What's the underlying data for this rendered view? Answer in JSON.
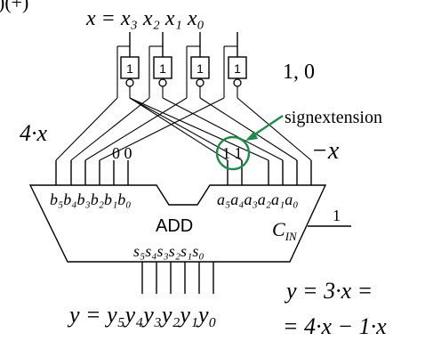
{
  "header": {
    "truncated_top": ")(+)",
    "x_formula": "x = x₃ x₂ x₁ x₀"
  },
  "inverters": {
    "gate_label": "1"
  },
  "labels": {
    "const_values": "1, 0",
    "four_x": "4·x",
    "minus_x": "−x",
    "sign_extension": "signextension",
    "zeros": "0 0",
    "ones": "1 1"
  },
  "adder": {
    "name": "ADD",
    "b_inputs": "b₅b₄b₃b₂b₁b₀",
    "a_inputs": "a₅a₄a₃a₂a₁a₀",
    "carry_in": "C_IN",
    "carry_in_value": "1",
    "sum_outputs": "s₅s₄s₃s₂s₁s₀"
  },
  "result": {
    "y_formula": "y = y₅y₄y₃y₂y₁y₀",
    "eq_line1": "y = 3·x =",
    "eq_line2": "= 4·x − 1·x"
  },
  "colors": {
    "ink": "#000000",
    "highlight": "#1f8a4c"
  }
}
